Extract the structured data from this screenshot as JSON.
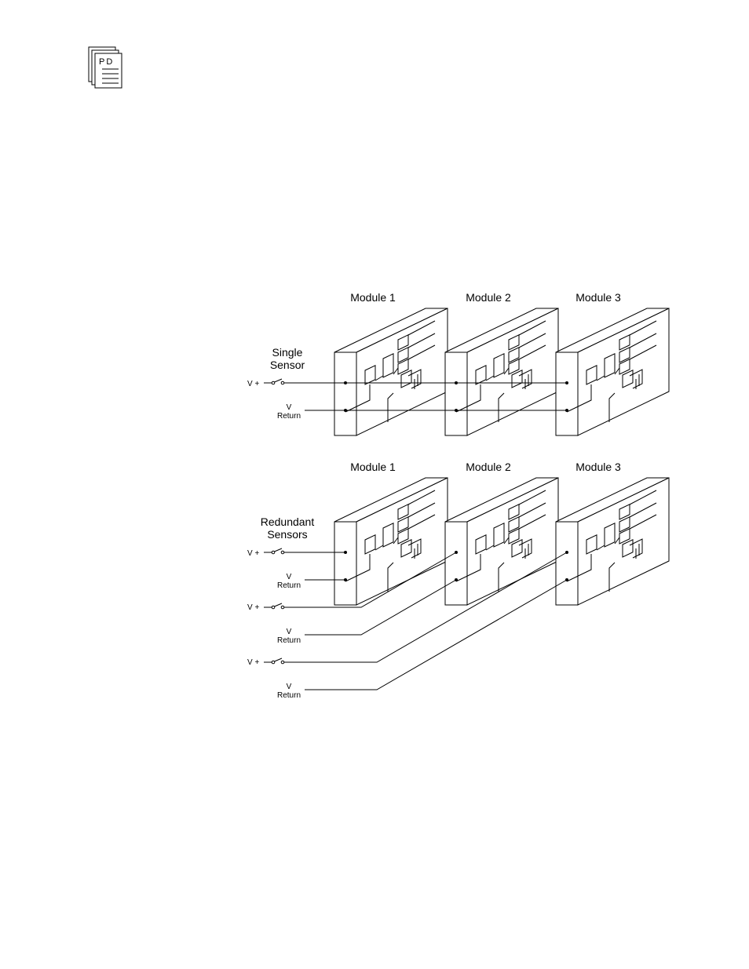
{
  "doc_icon": {
    "label": "PD"
  },
  "diagrams": [
    {
      "id": "single",
      "sensor_label_line1": "Single",
      "sensor_label_line2": "Sensor",
      "modules": [
        {
          "label": "Module 1"
        },
        {
          "label": "Module 2"
        },
        {
          "label": "Module 3"
        }
      ],
      "vplus_label": "V +",
      "vreturn_line1": "V",
      "vreturn_line2": "Return"
    },
    {
      "id": "redundant",
      "sensor_label_line1": "Redundant",
      "sensor_label_line2": "Sensors",
      "modules": [
        {
          "label": "Module 1"
        },
        {
          "label": "Module 2"
        },
        {
          "label": "Module 3"
        }
      ],
      "feeds": [
        {
          "vplus_label": "V +",
          "vreturn_line1": "V",
          "vreturn_line2": "Return"
        },
        {
          "vplus_label": "V +",
          "vreturn_line1": "V",
          "vreturn_line2": "Return"
        },
        {
          "vplus_label": "V +",
          "vreturn_line1": "V",
          "vreturn_line2": "Return"
        }
      ]
    }
  ]
}
